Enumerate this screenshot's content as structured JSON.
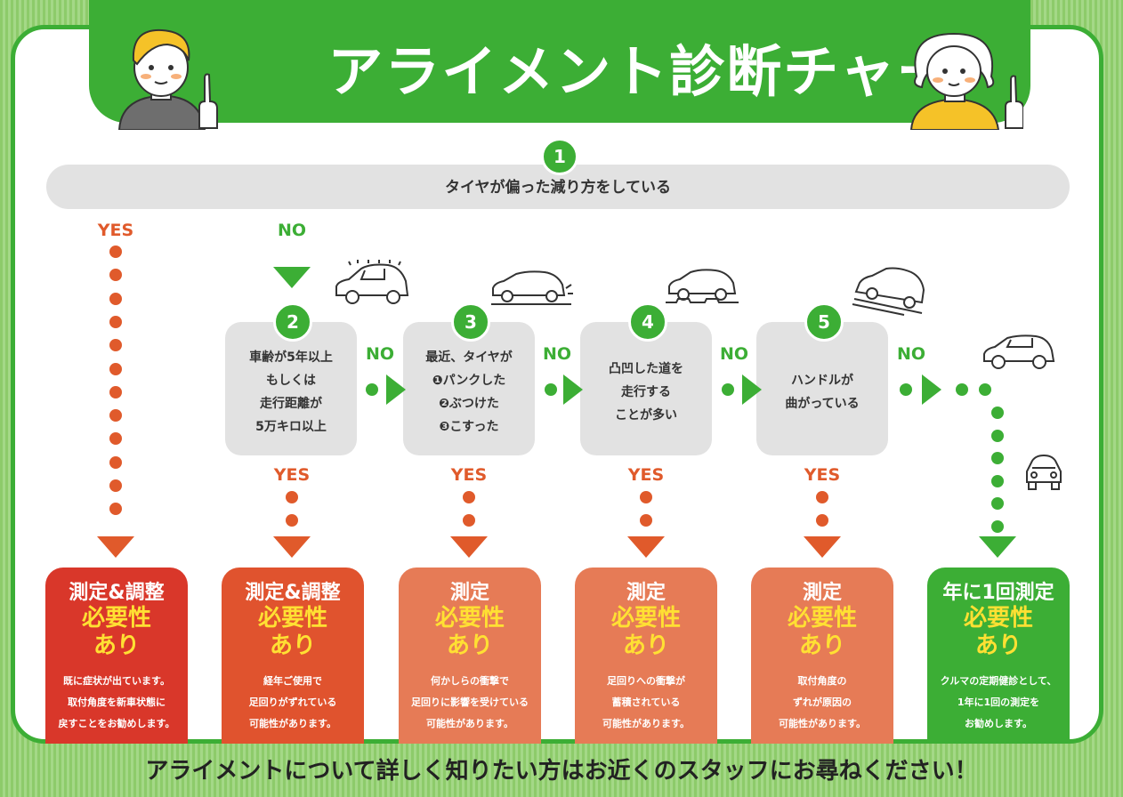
{
  "title": "アライメント診断チャート",
  "q1": {
    "number": "1",
    "text": "タイヤが偏った減り方をしている"
  },
  "labels": {
    "yes": "YES",
    "no": "NO"
  },
  "questions": [
    {
      "number": "2",
      "text": "車齢が5年以上\nもしくは\n走行距離が\n5万キロ以上"
    },
    {
      "number": "3",
      "text": "最近、タイヤが\n❶パンクした\n❷ぶつけた\n❸こすった"
    },
    {
      "number": "4",
      "text": "凸凹した道を\n走行する\nことが多い"
    },
    {
      "number": "5",
      "text": "ハンドルが\n曲がっている"
    }
  ],
  "results": [
    {
      "h1": "測定&調整",
      "h2": "必要性",
      "h3": "あり",
      "desc": "既に症状が出ています。\n取付角度を新車状態に\n戻すことをお勧めします。",
      "color": "#d9372a"
    },
    {
      "h1": "測定&調整",
      "h2": "必要性",
      "h3": "あり",
      "desc": "経年ご使用で\n足回りがずれている\n可能性があります。",
      "color": "#e0532e"
    },
    {
      "h1": "測定",
      "h2": "必要性",
      "h3": "あり",
      "desc": "何かしらの衝撃で\n足回りに影響を受けている\n可能性があります。",
      "color": "#e67b56"
    },
    {
      "h1": "測定",
      "h2": "必要性",
      "h3": "あり",
      "desc": "足回りへの衝撃が\n蓄積されている\n可能性があります。",
      "color": "#e67b56"
    },
    {
      "h1": "測定",
      "h2": "必要性",
      "h3": "あり",
      "desc": "取付角度の\nずれが原因の\n可能性があります。",
      "color": "#e67b56"
    },
    {
      "h1": "年に1回測定",
      "h2": "必要性",
      "h3": "あり",
      "desc": "クルマの定期健診として、\n1年に1回の測定を\nお勧めします。",
      "color": "#3cae35"
    }
  ],
  "footer": "アライメントについて詳しく知りたい方はお近くのスタッフにお尋ねください！",
  "colors": {
    "green": "#3cae35",
    "red": "#d9372a",
    "orange": "#e0532e",
    "salmon": "#e67b56",
    "highlight": "#ffe033"
  }
}
